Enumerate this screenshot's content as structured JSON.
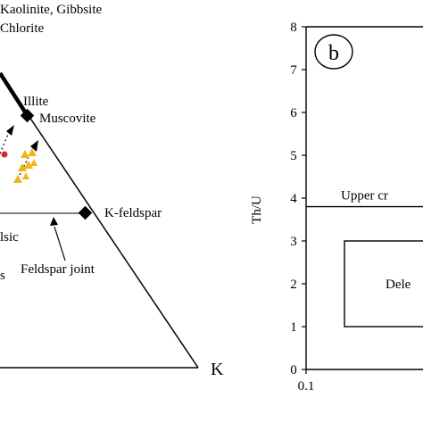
{
  "figure": {
    "panel_a": {
      "apex_labels": [
        "Kaolinite, Gibbsite",
        "Chlorite"
      ],
      "corner_label": "K",
      "points": [
        "Illite",
        "Muscovite",
        "K-feldspar"
      ],
      "annotations": [
        "lsic",
        "s",
        "Feldspar joint"
      ]
    },
    "panel_b": {
      "panel_letter": "b",
      "ylabel": "Th/U",
      "reference_line_label": "Upper cr",
      "box_label": "Dele",
      "x_tick_first": "0.1"
    }
  },
  "chart_data": {
    "type": "scatter",
    "title": "",
    "xlabel": "",
    "ylabel": "Th/U",
    "x_scale": "log",
    "ylim": [
      0,
      8
    ],
    "y_ticks": [
      0,
      1,
      2,
      3,
      4,
      5,
      6,
      7,
      8
    ],
    "x_ticks": [
      "0.1"
    ],
    "reference_line": {
      "y": 3.8,
      "label": "Upper cr"
    },
    "region_box": {
      "y_range": [
        1,
        3
      ],
      "label": "Dele"
    },
    "series": []
  }
}
